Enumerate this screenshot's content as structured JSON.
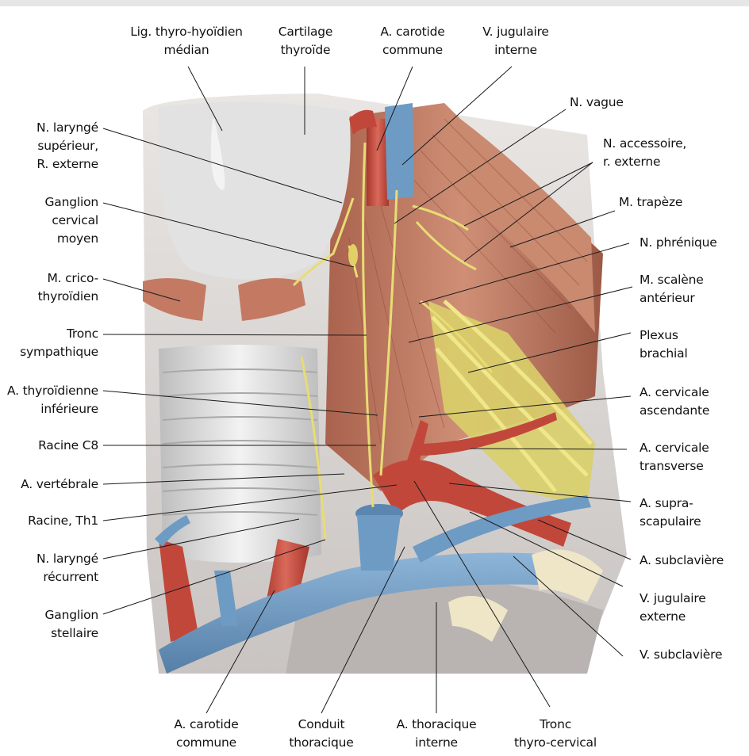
{
  "labels": {
    "lig_thyro_hyoidien": "Lig. thyro-hyoïdien\nmédian",
    "cartilage_thyroide": "Cartilage\nthyroïde",
    "carotide_commune_top": "A. carotide\ncommune",
    "jugulaire_interne": "V. jugulaire\ninterne",
    "n_vague": "N. vague",
    "n_accessoire": "N. accessoire,\nr. externe",
    "m_trapeze": "M. trapèze",
    "n_phrenique": "N. phrénique",
    "m_scalene": "M. scalène\nantérieur",
    "plexus_brachial": "Plexus\nbrachial",
    "a_cervicale_ascendante": "A. cervicale\nascendante",
    "a_cervicale_transverse": "A. cervicale\ntransverse",
    "a_suprascapulaire": "A. supra-\nscapulaire",
    "a_subclaviere": "A. subclavière",
    "v_jugulaire_externe": "V. jugulaire\nexterne",
    "v_subclaviere": "V. subclavière",
    "n_larynge_superieur": "N. laryngé\nsupérieur,\nR. externe",
    "ganglion_cervical_moyen": "Ganglion\ncervical\nmoyen",
    "m_crico_thyroidien": "M. crico-\nthyroïdien",
    "tronc_sympathique": "Tronc\nsympathique",
    "a_thyroidienne_inferieure": "A. thyroïdienne\ninférieure",
    "racine_c8": "Racine C8",
    "a_vertebrale": "A. vertébrale",
    "racine_th1": "Racine, Th1",
    "n_larynge_recurrent": "N. laryngé\nrécurrent",
    "ganglion_stellaire": "Ganglion\nstellaire",
    "carotide_commune_bottom": "A. carotide\ncommune",
    "conduit_thoracique": "Conduit\nthoracique",
    "a_thoracique_interne": "A. thoracique\ninterne",
    "tronc_thyro_cervical": "Tronc\nthyro-cervical"
  },
  "colors": {
    "artery": "#c2473b",
    "vein": "#6d9bc4",
    "nerve": "#e8dc74",
    "muscle": "#b8735c",
    "cartilage": "#dcdcdc",
    "bone": "#efe6c8"
  }
}
